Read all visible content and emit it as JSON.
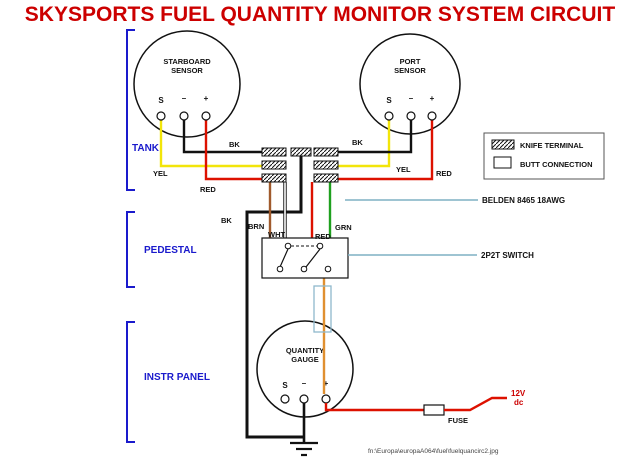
{
  "title": "SKYSPORTS FUEL QUANTITY MONITOR SYSTEM CIRCUIT",
  "sections": {
    "tank": "TANK",
    "pedestal": "PEDESTAL",
    "instr_panel": "INSTR PANEL"
  },
  "starboard_sensor": {
    "line1": "STARBOARD",
    "line2": "SENSOR"
  },
  "port_sensor": {
    "line1": "PORT",
    "line2": "SENSOR"
  },
  "gauge": {
    "line1": "QUANTITY",
    "line2": "GAUGE"
  },
  "terminals": {
    "s": "S",
    "minus": "–",
    "plus": "+"
  },
  "legend": {
    "knife": "KNIFE TERMINAL",
    "butt": "BUTT CONNECTION"
  },
  "wire_labels": {
    "bk": "BK",
    "yel": "YEL",
    "red": "RED",
    "brn": "BRN",
    "wht": "WHT",
    "grn": "GRN"
  },
  "annotations": {
    "belden": "BELDEN 8465 18AWG",
    "switch": "2P2T SWITCH",
    "fuse": "FUSE",
    "supply_line1": "12V",
    "supply_line2": "dc"
  },
  "footer": "fn:\\Europa\\europaA064\\fuel\\fuelquancirc2.jpg",
  "colors": {
    "title": "#cc0000",
    "section_blue": "#1a1acc",
    "wire_yellow": "#f2e50a",
    "wire_red": "#dd1100",
    "wire_black": "#111111",
    "wire_green": "#1fa01f",
    "wire_brown": "#a05a2c",
    "wire_white": "#d9d9d9",
    "wire_orange": "#e09030",
    "leader_blue": "#7fb0c4"
  }
}
